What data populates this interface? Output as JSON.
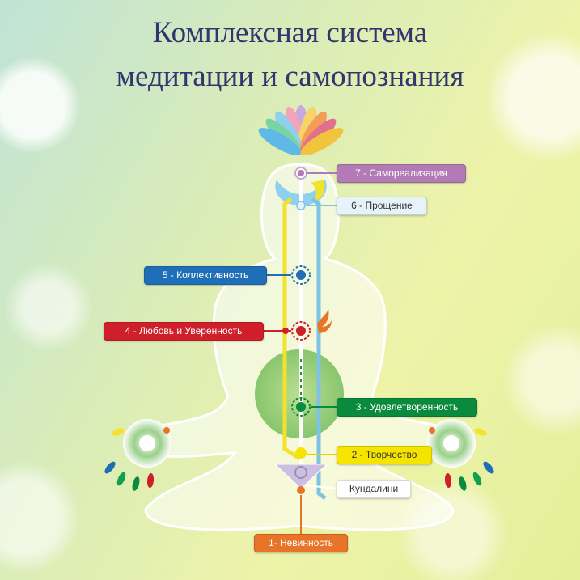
{
  "title": {
    "line1": "Комплексная система",
    "line2": "медитации и самопознания"
  },
  "chakras": [
    {
      "label": "1- Невинность",
      "color": "#e8742a",
      "icon": "orange-dot-icon"
    },
    {
      "label": "Кундалини",
      "color": "#ffffff",
      "icon": "kundalini-triangle-icon"
    },
    {
      "label": "2 - Творчество",
      "color": "#f5e400",
      "icon": "yellow-dot-icon"
    },
    {
      "label": "3 - Удовлетворенность",
      "color": "#0a8a3c",
      "icon": "green-sun-icon"
    },
    {
      "label": "4 - Любовь и Уверенность",
      "color": "#cf1f2b",
      "icon": "red-heart-chakra-icon"
    },
    {
      "label": "5 - Коллективность",
      "color": "#1f6fb8",
      "icon": "blue-sun-icon"
    },
    {
      "label": "6 - Прощение",
      "color": "#e6f3f8",
      "icon": "crescent-icon"
    },
    {
      "label": "7 - Самореализация",
      "color": "#b27bb6",
      "icon": "lotus-icon"
    }
  ],
  "channels": {
    "left": "#f2e22a",
    "center": "#ffffff",
    "right": "#7ec3e4"
  }
}
